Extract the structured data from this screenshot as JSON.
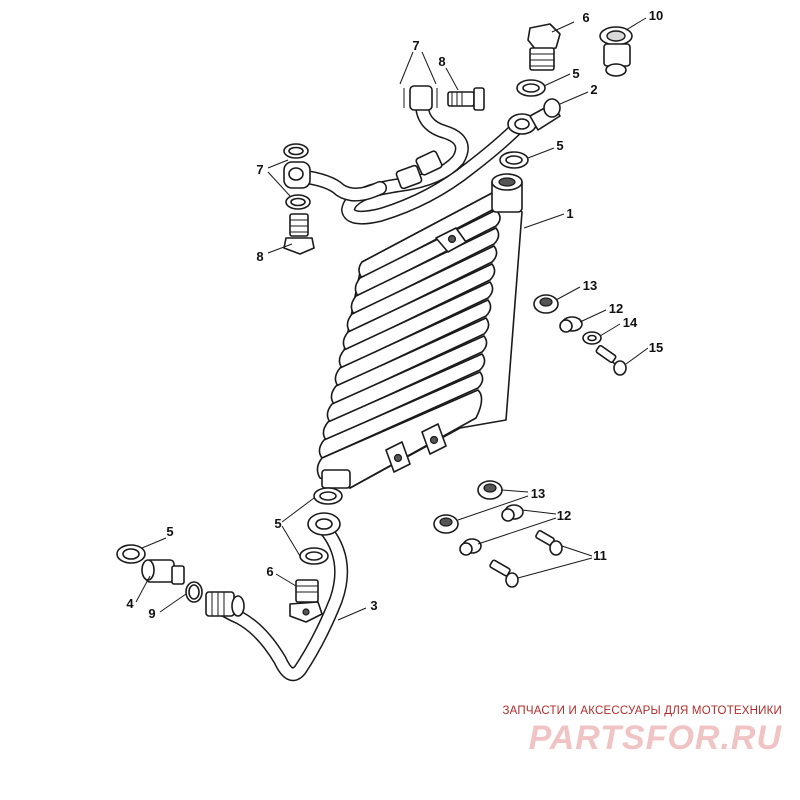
{
  "diagram": {
    "callouts": {
      "c1": "1",
      "c2": "2",
      "c3": "3",
      "c4": "4",
      "c5_top": "5",
      "c5_mid": "5",
      "c5_left": "5",
      "c5_bottom": "5",
      "c6_top": "6",
      "c6_bottom": "6",
      "c7_top": "7",
      "c7_left": "7",
      "c8_top": "8",
      "c8_left": "8",
      "c9": "9",
      "c10": "10",
      "c11": "11",
      "c12_top": "12",
      "c12_bottom": "12",
      "c13_top": "13",
      "c13_bottom": "13",
      "c14": "14",
      "c15": "15"
    }
  },
  "watermark": {
    "tagline": "ЗАПЧАСТИ И АКСЕССУАРЫ ДЛЯ МОТОТЕХНИКИ",
    "logo": "PARTSFOR.RU"
  },
  "colors": {
    "line": "#1a1a1a",
    "watermark_text": "#b22b2b",
    "watermark_logo": "#f0c4c4"
  }
}
